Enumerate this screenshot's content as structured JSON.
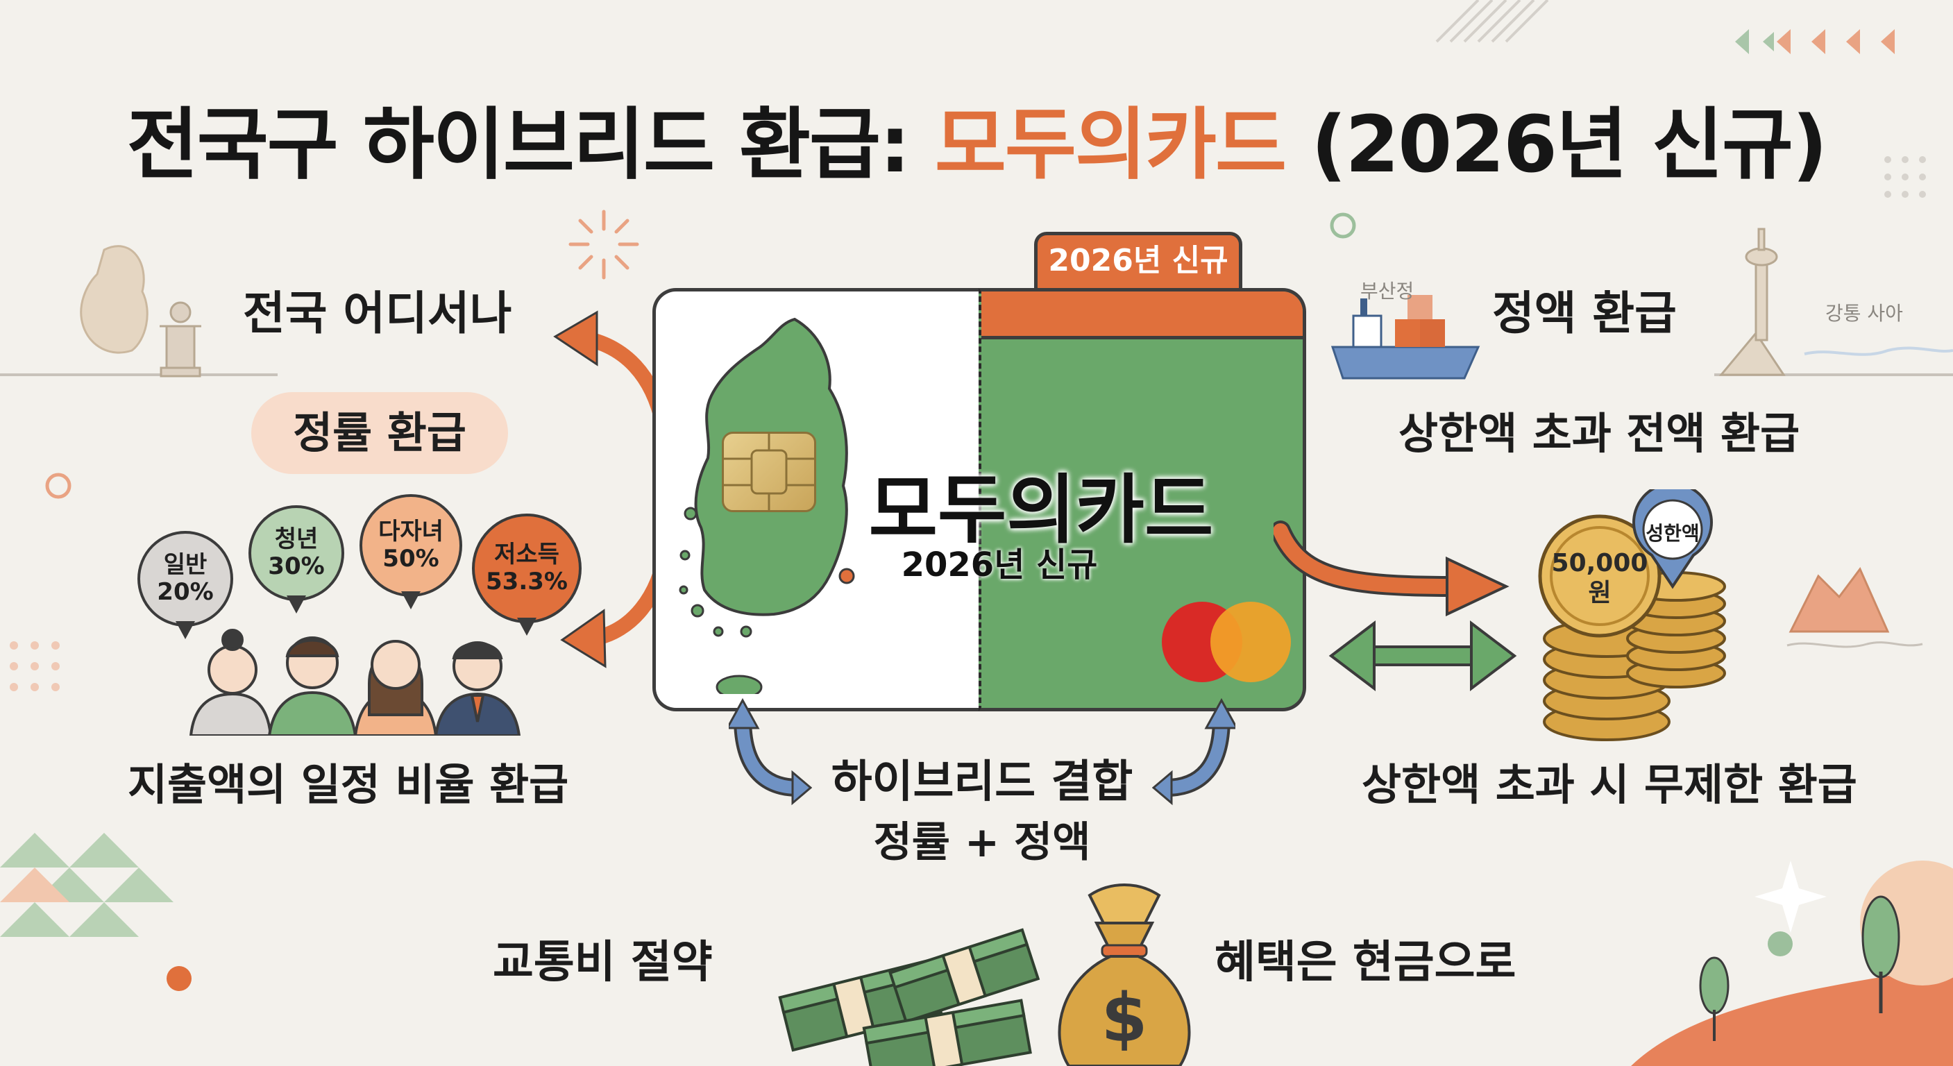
{
  "header": {
    "title_prefix": "전국구 하이브리드 환급: ",
    "title_accent": "모두의카드",
    "title_suffix": " (2026년 신규)"
  },
  "card": {
    "tag": "2026년 신규",
    "name": "모두의카드",
    "sub": "2026년 신규"
  },
  "left": {
    "nationwide": "전국 어디서나",
    "rate_pill": "정률 환급",
    "bubbles": [
      {
        "line1": "일반",
        "line2": "20%"
      },
      {
        "line1": "청년",
        "line2": "30%"
      },
      {
        "line1": "다자녀",
        "line2": "50%"
      },
      {
        "line1": "저소득",
        "line2": "53.3%"
      }
    ],
    "rate_desc": "지출액의 일정 비율 환급"
  },
  "right": {
    "fixed_title": "정액 환급",
    "fixed_desc": "상한액 초과 전액 환급",
    "ship_label": "부산정",
    "tower_label": "강통 사아",
    "coin_value": "50,000",
    "coin_unit": "원",
    "limit_badge": "성한액",
    "unlimited": "상한액 초과 시 무제한 환급"
  },
  "center": {
    "hybrid_title": "하이브리드 결합",
    "hybrid_formula": "정률 + 정액"
  },
  "bottom": {
    "transport": "교통비 절약",
    "cash": "혜택은 현금으로"
  },
  "colors": {
    "accent": "#e0703c",
    "green": "#6aa86a",
    "arrow_blue": "#6f92c4",
    "pill": "#f8dccb"
  }
}
